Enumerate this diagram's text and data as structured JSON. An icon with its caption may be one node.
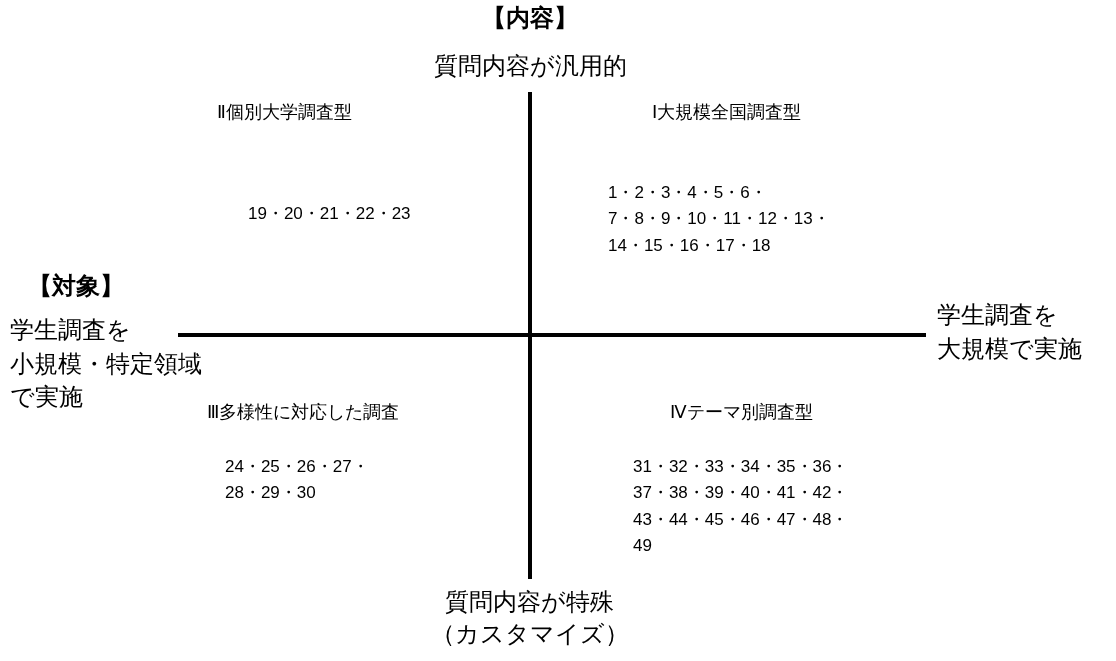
{
  "diagram": {
    "labels": [
      "【内容】",
      "質問内容が汎用的",
      "Ⅱ個別大学調査型",
      "Ⅰ大規模全国調査型",
      "19・20・21・22・23",
      "1・2・3・4・5・6・7・8・9・10・11・12・13・14・15・16・17・18",
      "【対象】",
      "学生調査を大規模で実施",
      "学生調査を小規模・特定領域で実施",
      "Ⅲ多様性に対応した調査",
      "Ⅳテーマ別調査型",
      "24・25・26・27・28・29・30",
      "31・32・33・34・35・36・37・38・39・40・41・42・43・44・45・46・47・48・49",
      "質問内容が特殊（カスタマイズ）"
    ]
  }
}
